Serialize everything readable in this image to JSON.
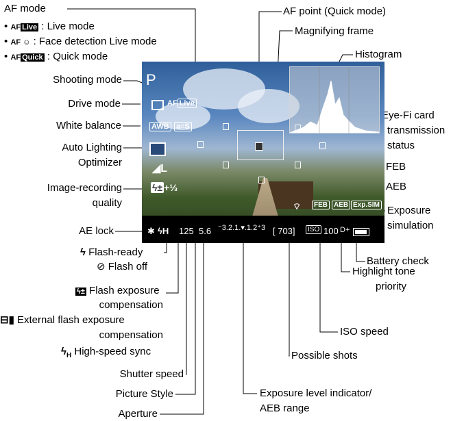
{
  "labels": {
    "af_mode": "AF mode",
    "af_live": ": Live mode",
    "af_face": ": Face detection Live mode",
    "af_quick": ": Quick mode",
    "af_point": "AF point (Quick mode)",
    "magnifying_frame": "Magnifying frame",
    "histogram": "Histogram",
    "shooting_mode": "Shooting mode",
    "drive_mode": "Drive mode",
    "white_balance": "White balance",
    "alo_1": "Auto Lighting",
    "alo_2": "Optimizer",
    "eyefi_1": "Eye-Fi card",
    "eyefi_2": "transmission",
    "eyefi_3": "status",
    "feb": "FEB",
    "aeb": "AEB",
    "irq_1": "Image-recording",
    "irq_2": "quality",
    "exposure_sim_1": "Exposure",
    "exposure_sim_2": "simulation",
    "ae_lock": "AE lock",
    "flash_ready": "Flash-ready",
    "flash_off": "Flash off",
    "battery_check": "Battery check",
    "flash_comp_1": "Flash exposure",
    "flash_comp_2": "compensation",
    "highlight_1": "Highlight tone",
    "highlight_2": "priority",
    "ext_flash_1": "External flash exposure",
    "ext_flash_2": "compensation",
    "iso_speed": "ISO speed",
    "high_speed_sync": "High-speed sync",
    "possible_shots": "Possible shots",
    "shutter_speed": "Shutter speed",
    "picture_style": "Picture Style",
    "exposure_level_1": "Exposure level indicator/",
    "exposure_level_2": "AEB range",
    "aperture": "Aperture"
  },
  "screen": {
    "mode": "P",
    "af_badge": "AF",
    "af_badge_live": "Live",
    "wb": "AWB",
    "picture_style": "a=S",
    "quality": "◢L",
    "flash_comp": "+⅓",
    "feb": "FEB",
    "aeb": "AEB",
    "exp_sim": "Exp.SIM",
    "ae_lock_glyph": "✱",
    "flash_glyph": "ϟH",
    "shutter": "125",
    "aperture": "5.6",
    "scale": "⁻3.2.1.▾.1.2⁺3",
    "shots": "[ 703]",
    "iso_label": "ISO",
    "iso": "100",
    "highlight": "D+"
  },
  "icons": [
    "flash-ready-icon",
    "flash-off-icon",
    "flash-comp-icon",
    "external-flash-icon",
    "high-speed-sync-icon"
  ]
}
